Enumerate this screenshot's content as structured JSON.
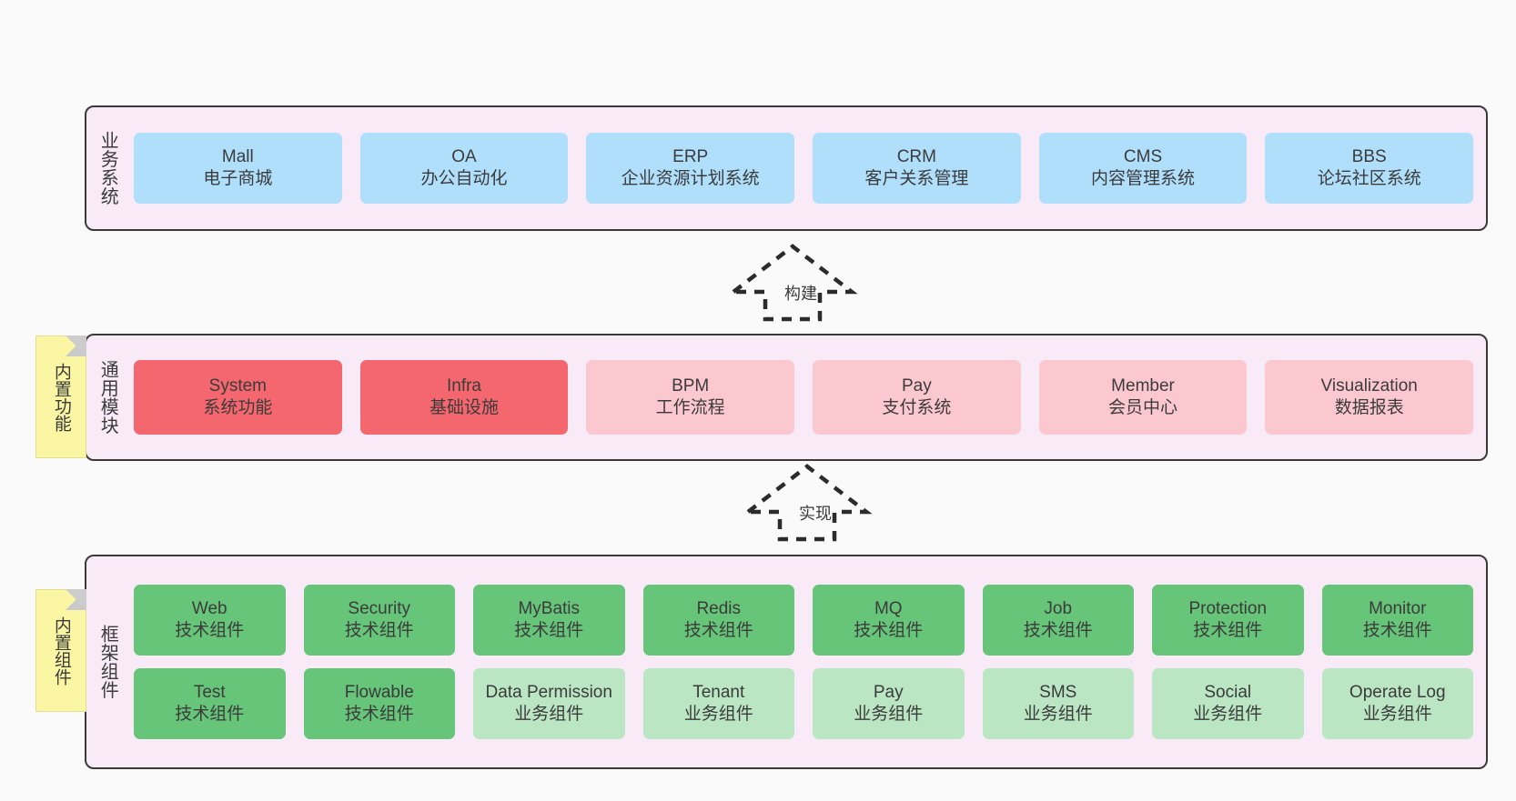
{
  "diagram": {
    "background_color": "#fafafa",
    "panel_color": "#f8eaf6",
    "panel_border_color": "#3a3a3a",
    "note_color": "#fbf6a4",
    "note_fold_color": "#cccccc",
    "colors": {
      "business": "#b0dffc",
      "module_core": "#f4676e",
      "module_optional": "#fcc8d0",
      "tech_component": "#66c579",
      "business_component": "#bbe6c3"
    }
  },
  "layers": [
    {
      "id": "business-system",
      "title": "业务系统",
      "note": null,
      "rows": [
        {
          "style": "business",
          "cards": [
            {
              "name": "Mall",
              "desc": "电子商城"
            },
            {
              "name": "OA",
              "desc": "办公自动化"
            },
            {
              "name": "ERP",
              "desc": "企业资源计划系统"
            },
            {
              "name": "CRM",
              "desc": "客户关系管理"
            },
            {
              "name": "CMS",
              "desc": "内容管理系统"
            },
            {
              "name": "BBS",
              "desc": "论坛社区系统"
            }
          ]
        }
      ]
    },
    {
      "id": "common-module",
      "title": "通用模块",
      "note": "内置功能",
      "rows": [
        {
          "style": "module",
          "cards": [
            {
              "name": "System",
              "desc": "系统功能",
              "variant": "core"
            },
            {
              "name": "Infra",
              "desc": "基础设施",
              "variant": "core"
            },
            {
              "name": "BPM",
              "desc": "工作流程",
              "variant": "optional"
            },
            {
              "name": "Pay",
              "desc": "支付系统",
              "variant": "optional"
            },
            {
              "name": "Member",
              "desc": "会员中心",
              "variant": "optional"
            },
            {
              "name": "Visualization",
              "desc": "数据报表",
              "variant": "optional"
            }
          ]
        }
      ]
    },
    {
      "id": "framework-component",
      "title": "框架组件",
      "note": "内置组件",
      "rows": [
        {
          "style": "component",
          "cards": [
            {
              "name": "Web",
              "desc": "技术组件",
              "variant": "tech"
            },
            {
              "name": "Security",
              "desc": "技术组件",
              "variant": "tech"
            },
            {
              "name": "MyBatis",
              "desc": "技术组件",
              "variant": "tech"
            },
            {
              "name": "Redis",
              "desc": "技术组件",
              "variant": "tech"
            },
            {
              "name": "MQ",
              "desc": "技术组件",
              "variant": "tech"
            },
            {
              "name": "Job",
              "desc": "技术组件",
              "variant": "tech"
            },
            {
              "name": "Protection",
              "desc": "技术组件",
              "variant": "tech"
            },
            {
              "name": "Monitor",
              "desc": "技术组件",
              "variant": "tech"
            }
          ]
        },
        {
          "style": "component",
          "cards": [
            {
              "name": "Test",
              "desc": "技术组件",
              "variant": "tech"
            },
            {
              "name": "Flowable",
              "desc": "技术组件",
              "variant": "tech"
            },
            {
              "name": "Data Permission",
              "desc": "业务组件",
              "variant": "business"
            },
            {
              "name": "Tenant",
              "desc": "业务组件",
              "variant": "business"
            },
            {
              "name": "Pay",
              "desc": "业务组件",
              "variant": "business"
            },
            {
              "name": "SMS",
              "desc": "业务组件",
              "variant": "business"
            },
            {
              "name": "Social",
              "desc": "业务组件",
              "variant": "business"
            },
            {
              "name": "Operate Log",
              "desc": "业务组件",
              "variant": "business"
            }
          ]
        }
      ]
    }
  ],
  "connectors": [
    {
      "id": "build",
      "label": "构建",
      "from": "common-module",
      "to": "business-system",
      "style": "dashed-hollow-arrow-up"
    },
    {
      "id": "implement",
      "label": "实现",
      "from": "framework-component",
      "to": "common-module",
      "style": "dashed-hollow-arrow-up"
    }
  ]
}
